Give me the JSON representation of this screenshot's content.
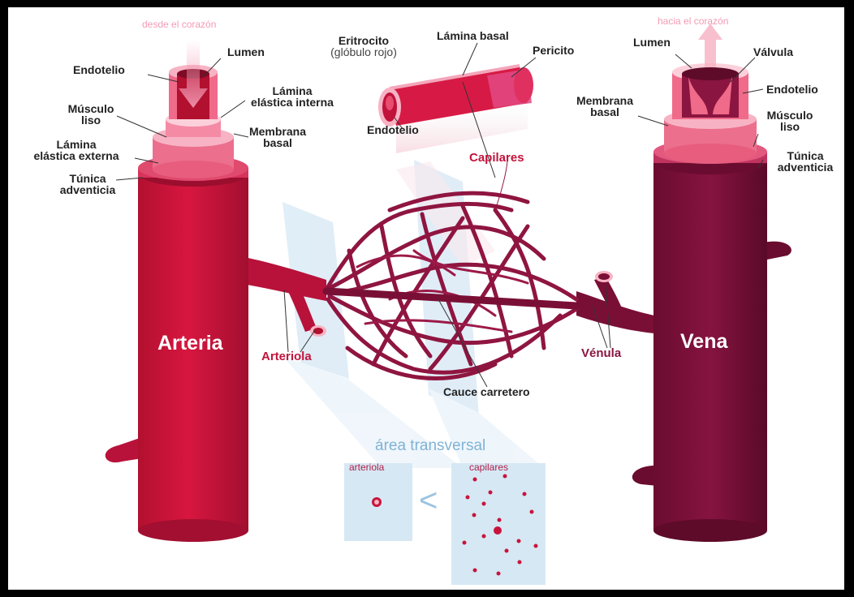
{
  "flow": {
    "from_heart": "desde el corazón",
    "to_heart": "hacia el corazón"
  },
  "artery": {
    "name": "Arteria",
    "endothelium": "Endotelio",
    "lumen": "Lumen",
    "internal_elastic_1": "Lámina",
    "internal_elastic_2": "elástica interna",
    "smooth_muscle_1": "Músculo",
    "smooth_muscle_2": "liso",
    "basement_1": "Membrana",
    "basement_2": "basal",
    "external_elastic_1": "Lámina",
    "external_elastic_2": "elástica externa",
    "adventitia_1": "Túnica",
    "adventitia_2": "adventicia"
  },
  "capillary": {
    "erythrocyte_1": "Eritrocito",
    "erythrocyte_2": "(glóbulo rojo)",
    "basal_lamina": "Lámina basal",
    "pericyte": "Pericito",
    "endothelium": "Endotelio",
    "capillaries": "Capilares"
  },
  "vein": {
    "name": "Vena",
    "lumen": "Lumen",
    "valve": "Válvula",
    "endothelium": "Endotelio",
    "basement_1": "Membrana",
    "basement_2": "basal",
    "smooth_muscle_1": "Músculo",
    "smooth_muscle_2": "liso",
    "adventitia_1": "Túnica",
    "adventitia_2": "adventicia"
  },
  "arteriole": "Arteriola",
  "venule": "Vénula",
  "thoroughfare": "Cauce carretero",
  "cross_section": {
    "title": "área transversal",
    "arteriole": "arteriola",
    "compare": "<",
    "capillaries": "capilares"
  },
  "colors": {
    "artery": "#c8143c",
    "artery_dark": "#a31033",
    "vein": "#7a0f36",
    "vein_dark": "#5e0a29",
    "muscle": "#f07a96",
    "adventitia": "#e95d7f",
    "blue_panel": "#d6e8f4"
  }
}
